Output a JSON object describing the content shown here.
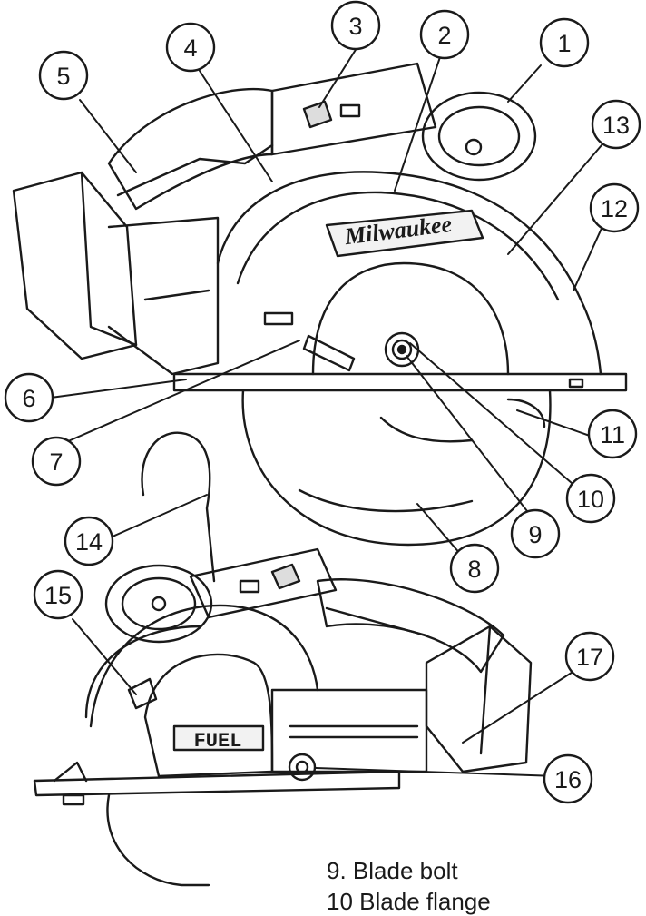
{
  "callouts": [
    "1",
    "2",
    "3",
    "4",
    "5",
    "6",
    "7",
    "8",
    "9",
    "10",
    "11",
    "12",
    "13",
    "14",
    "15",
    "16",
    "17"
  ],
  "brand_text": "Milwaukee",
  "fuel_text": "FUEL",
  "legend": [
    {
      "num": "9.",
      "text": "Blade bolt"
    },
    {
      "num": "10",
      "text": "Blade flange"
    }
  ]
}
